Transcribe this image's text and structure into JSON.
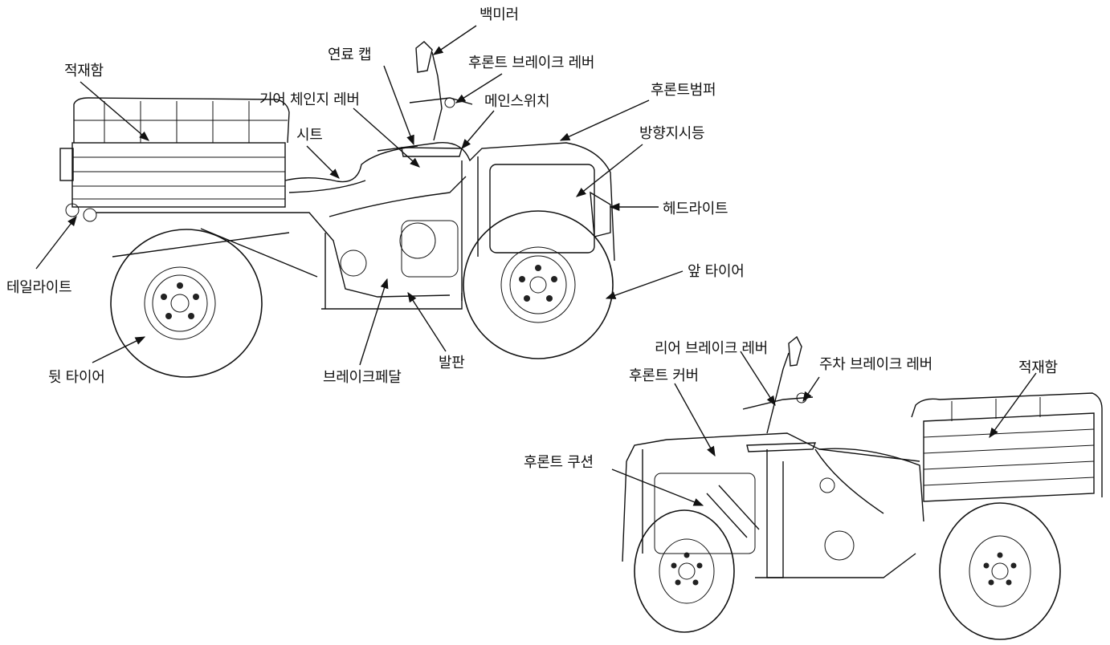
{
  "labels": {
    "mirror": "백미러",
    "fuel_cap": "연료 캡",
    "front_brake_lever": "후론트 브레이크 레버",
    "cargo_box_1": "적재함",
    "gear_lever": "기어 체인지 레버",
    "main_switch": "메인스위치",
    "front_bumper": "후론트범퍼",
    "seat": "시트",
    "turn_signal": "방향지시등",
    "headlight": "헤드라이트",
    "front_tire": "앞 타이어",
    "tail_light": "테일라이트",
    "rear_tire": "뒷 타이어",
    "brake_pedal": "브레이크페달",
    "footboard": "발판",
    "rear_brake_lever": "리어 브레이크 레버",
    "parking_brake_lever": "주차 브레이크 레버",
    "front_cover": "후론트 커버",
    "cargo_box_2": "적재함",
    "front_cushion": "후론트 쿠션"
  }
}
